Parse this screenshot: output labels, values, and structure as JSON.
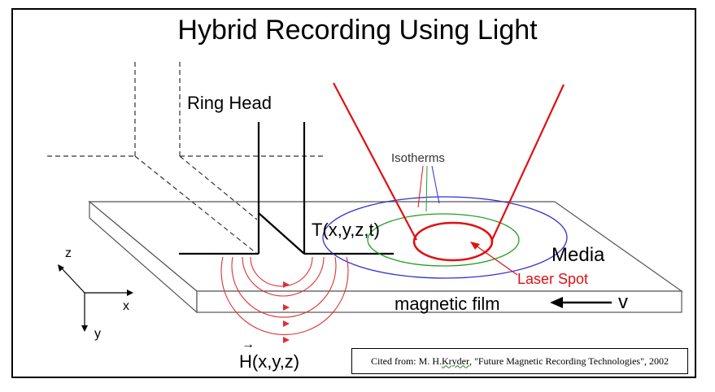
{
  "title": "Hybrid Recording Using Light",
  "labels": {
    "ring_head": "Ring Head",
    "isotherms": "Isotherms",
    "temperature": "T(x,y,z,t)",
    "media": "Media",
    "laser_spot": "Laser Spot",
    "magnetic_film": "magnetic film",
    "velocity": "v",
    "field": "H(x,y,z)",
    "field_arrow": "→",
    "axis_z": "z",
    "axis_x": "x",
    "axis_y": "y"
  },
  "citation": {
    "prefix": "Cited from: M. H. ",
    "author": "Kryder",
    "rest": ", \"Future Magnetic Recording Technologies\", 2002"
  },
  "colors": {
    "laser": "#e01010",
    "isotherm_outer": "#3030d0",
    "isotherm_middle": "#20a020",
    "field_lines": "#e03030",
    "outline": "#000000"
  }
}
